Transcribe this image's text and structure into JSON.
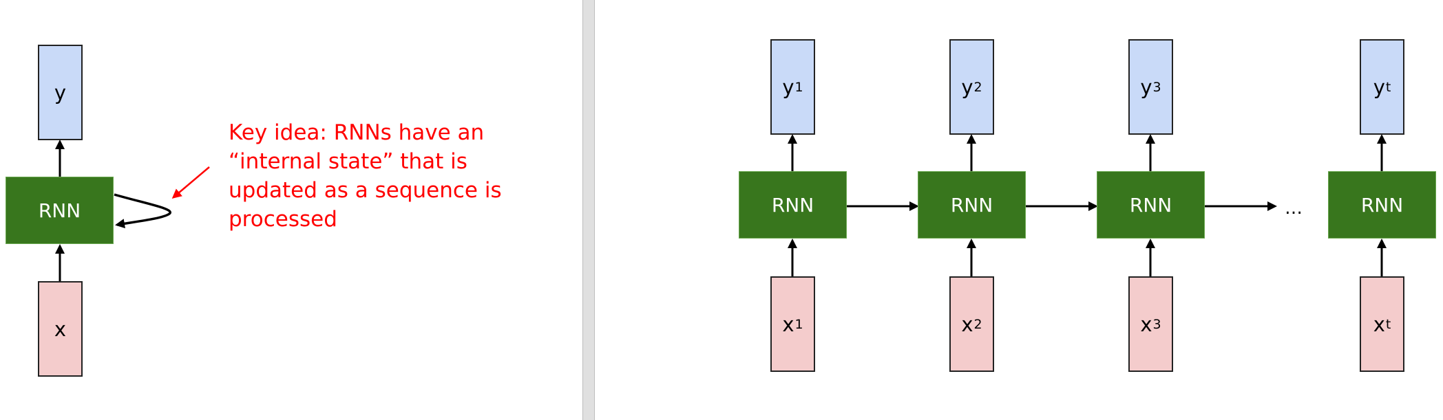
{
  "colors": {
    "output_fill": "#c9daf8",
    "input_fill": "#f4cccc",
    "rnn_fill": "#38761d",
    "rnn_text": "#ffffff",
    "annotation": "#ff0000",
    "arrow": "#000000"
  },
  "left_diagram": {
    "output_label": "y",
    "rnn_label": "RNN",
    "input_label": "x",
    "annotation": "Key idea: RNNs have an “internal state” that is updated as a sequence is processed"
  },
  "right_diagram": {
    "steps": [
      {
        "output": "y",
        "output_sub": "1",
        "rnn": "RNN",
        "input": "x",
        "input_sub": "1"
      },
      {
        "output": "y",
        "output_sub": "2",
        "rnn": "RNN",
        "input": "x",
        "input_sub": "2"
      },
      {
        "output": "y",
        "output_sub": "3",
        "rnn": "RNN",
        "input": "x",
        "input_sub": "3"
      },
      {
        "output": "y",
        "output_sub": "t",
        "rnn": "RNN",
        "input": "x",
        "input_sub": "t"
      }
    ],
    "ellipsis": "…"
  }
}
